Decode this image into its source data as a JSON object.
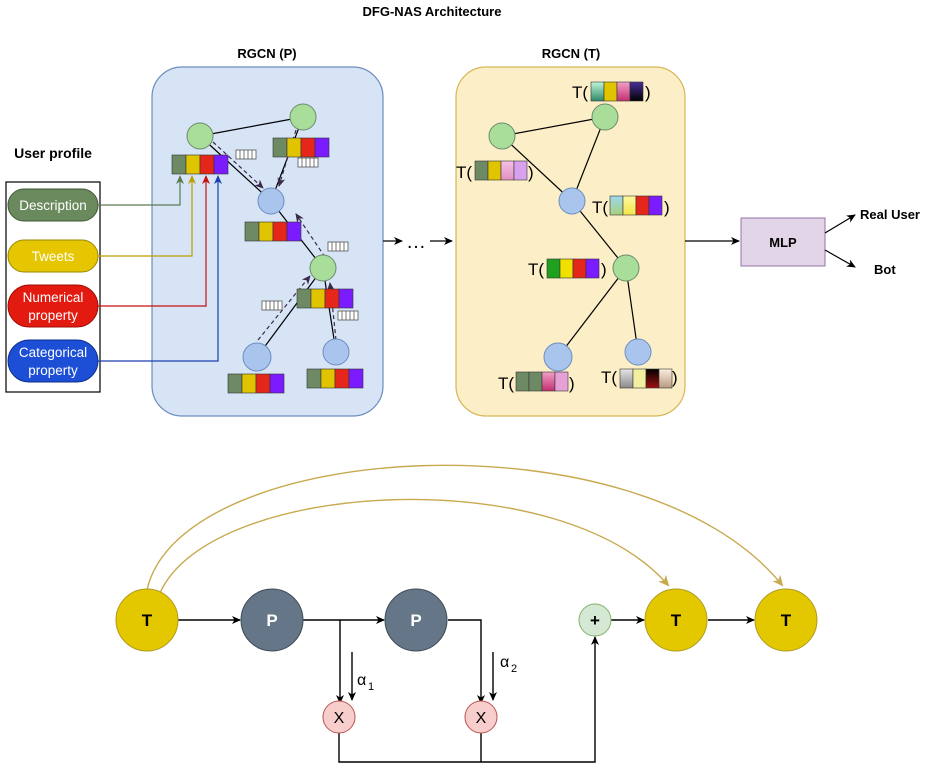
{
  "title": "DFG-NAS Architecture",
  "user_profile": {
    "heading": "User profile",
    "items": [
      {
        "label": "Description",
        "color": "#6a8a5e"
      },
      {
        "label": "Tweets",
        "color": "#e6c600"
      },
      {
        "label": "Numerical property",
        "line1": "Numerical",
        "line2": "property",
        "color": "#e31a0f"
      },
      {
        "label": "Categorical property",
        "line1": "Categorical",
        "line2": "property",
        "color": "#1c4fd6"
      }
    ]
  },
  "rgcn_p": {
    "label": "RGCN (P)",
    "fill": "#d6e4f6",
    "stroke": "#6c8ebf"
  },
  "rgcn_t": {
    "label": "RGCN (T)",
    "fill": "#fcefc7",
    "stroke": "#d6b656"
  },
  "ellipsis": "…",
  "t_label": "T(",
  "t_close": ")",
  "mlp": {
    "label": "MLP",
    "fill": "#e1d5e7"
  },
  "outputs": {
    "real_user": "Real User",
    "bot": "Bot"
  },
  "flow": {
    "t_node": "T",
    "p_node": "P",
    "mult": "X",
    "plus": "+",
    "alpha": "α",
    "alpha1_sub": "1",
    "alpha2_sub": "2",
    "t_color": "#e3c800",
    "p_color": "#647687",
    "mult_color": "#f8cecc",
    "plus_color": "#d5e8d4",
    "skip_color": "#c8a94e"
  },
  "palette": {
    "green_node": "#a9de9a",
    "blue_node": "#a9c5ee",
    "feature": [
      "#6d8a65",
      "#e1c400",
      "#e5261b",
      "#7a1cff"
    ]
  }
}
